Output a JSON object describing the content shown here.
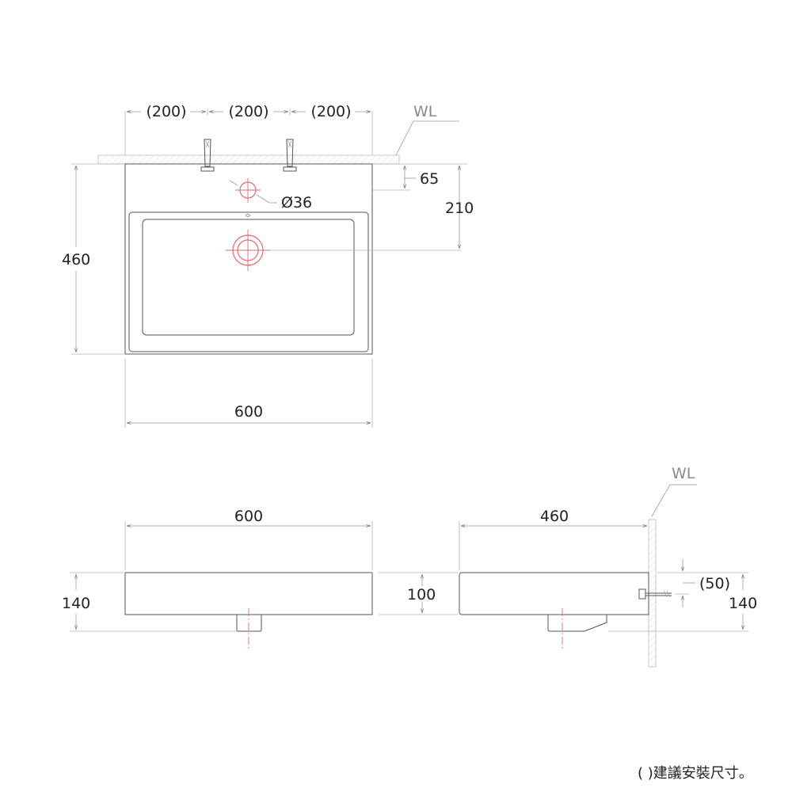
{
  "top_view": {
    "spacing_1": "(200)",
    "spacing_2": "(200)",
    "spacing_3": "(200)",
    "wall_label": "WL",
    "faucet_offset": "65",
    "hole_diameter": "Ø36",
    "drain_offset": "210",
    "depth": "460",
    "width": "600"
  },
  "front_view": {
    "width": "600",
    "height": "140"
  },
  "side_view": {
    "wall_label": "WL",
    "depth": "460",
    "bowl_height": "100",
    "bracket_offset": "(50)",
    "height": "140"
  },
  "note": "( )建議安裝尺寸。"
}
